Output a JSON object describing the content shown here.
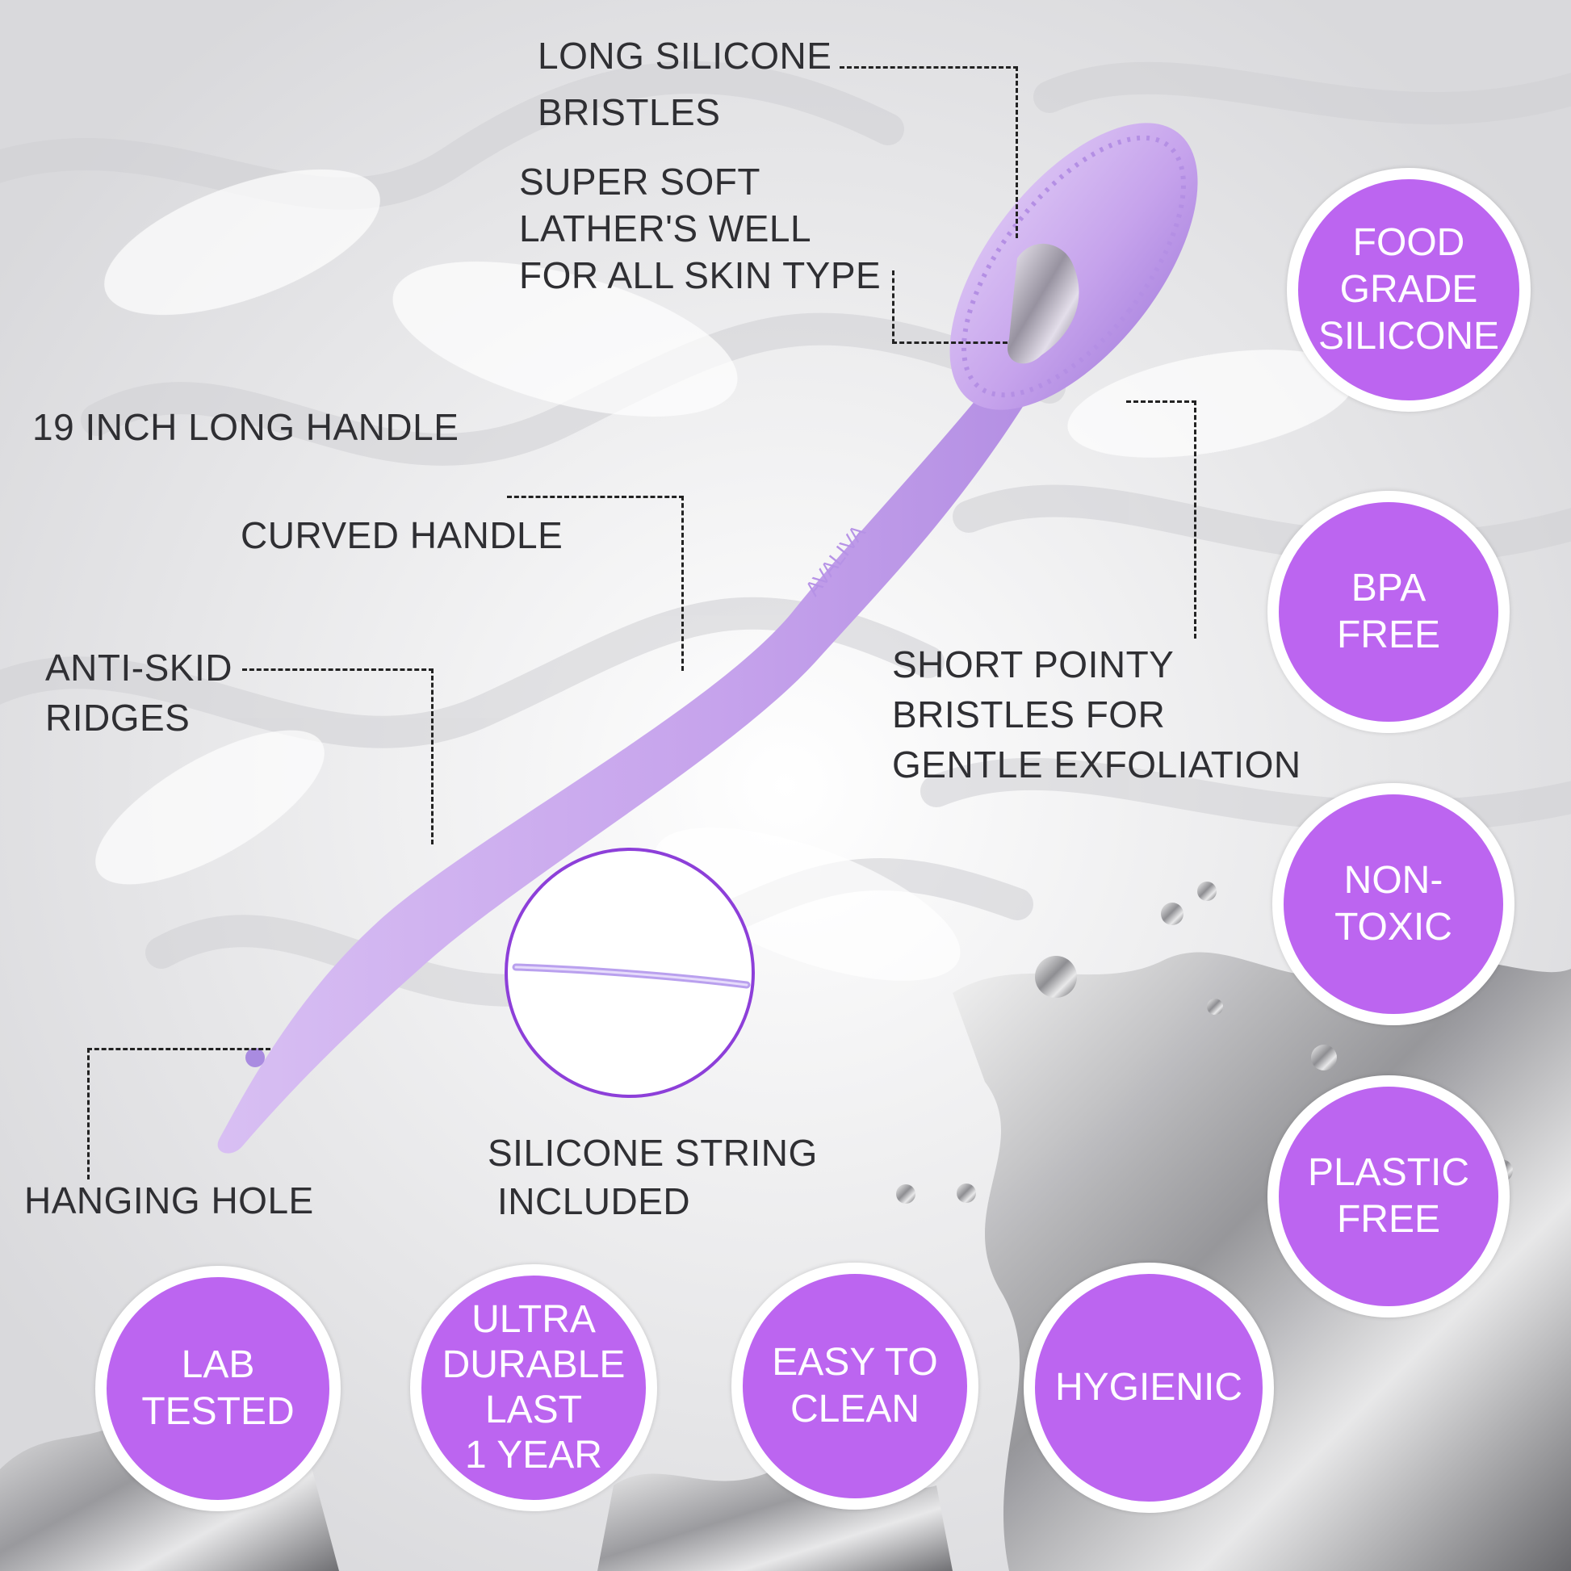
{
  "labels": {
    "long_bristles": [
      "LONG SILICONE",
      "BRISTLES"
    ],
    "super_soft": [
      "SUPER SOFT",
      "LATHER'S WELL",
      "FOR ALL SKIN TYPE"
    ],
    "long_handle": "19 INCH LONG HANDLE",
    "curved_handle": "CURVED HANDLE",
    "anti_skid": [
      "ANTI-SKID",
      "RIDGES"
    ],
    "short_bristles": [
      "SHORT POINTY",
      "BRISTLES FOR",
      "GENTLE EXFOLIATION"
    ],
    "hanging_hole": "HANGING HOLE",
    "string": [
      "SILICONE STRING",
      "INCLUDED"
    ]
  },
  "badges": {
    "food_grade": [
      "FOOD",
      "GRADE",
      "SILICONE"
    ],
    "bpa_free": [
      "BPA",
      "FREE"
    ],
    "non_toxic": [
      "NON-",
      "TOXIC"
    ],
    "plastic_free": [
      "PLASTIC",
      "FREE"
    ],
    "lab_tested": [
      "LAB",
      "TESTED"
    ],
    "ultra_durable": [
      "ULTRA",
      "DURABLE",
      "LAST",
      "1 YEAR"
    ],
    "easy_clean": [
      "EASY TO",
      "CLEAN"
    ],
    "hygienic": [
      "HYGIENIC"
    ]
  },
  "brand_mark": "AVALIVA",
  "colors": {
    "badge": "#bc65f0",
    "brush": "#c9a6ee",
    "text": "#2f2f33",
    "inset_border": "#8d3fd9"
  }
}
